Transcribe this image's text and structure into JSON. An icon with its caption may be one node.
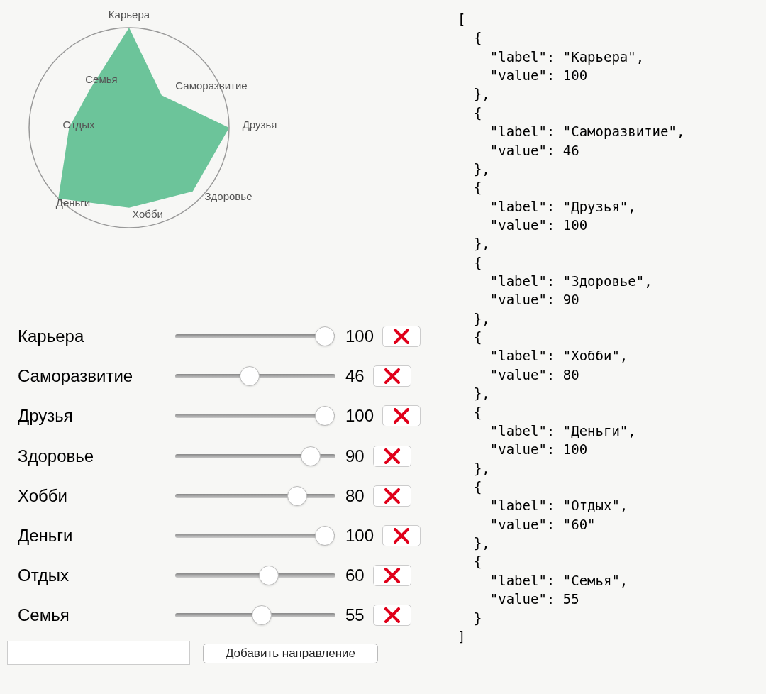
{
  "diagram": {
    "labels": [
      "Карьера",
      "Саморазвитие",
      "Друзья",
      "Здоровье",
      "Хобби",
      "Деньги",
      "Отдых",
      "Семья",
      "Карьера",
      "100",
      "Саморазвитие",
      "46",
      "Друзья",
      "100",
      "Здоровье",
      "90",
      "Хобби",
      "80",
      "Деньги",
      "100",
      "Отдых",
      "60",
      "Семья",
      "55",
      "Добавить направление",
      "[",
      "{",
      "\"label\": \"Карьера\",",
      "\"value\": 100",
      "},",
      "{",
      "\"label\": \"Саморазвитие\",",
      "\"value\": 46",
      "},",
      "{",
      "\"label\": \"Друзья\",",
      "\"value\": 100",
      "},",
      "{",
      "\"label\": \"Здоровье\",",
      "\"value\": 90",
      "},",
      "{",
      "\"label\": \"Хобби\",",
      "\"value\": 80",
      "},",
      "{",
      "\"label\": \"Деньги\",",
      "\"value\": 100",
      "},",
      "{",
      "\"label\": \"Отдых\",",
      "\"value\": \"60\"",
      "},",
      "{",
      "\"label\": \"Семья\",",
      "\"value\": 55",
      "}",
      "]"
    ]
  }
}
